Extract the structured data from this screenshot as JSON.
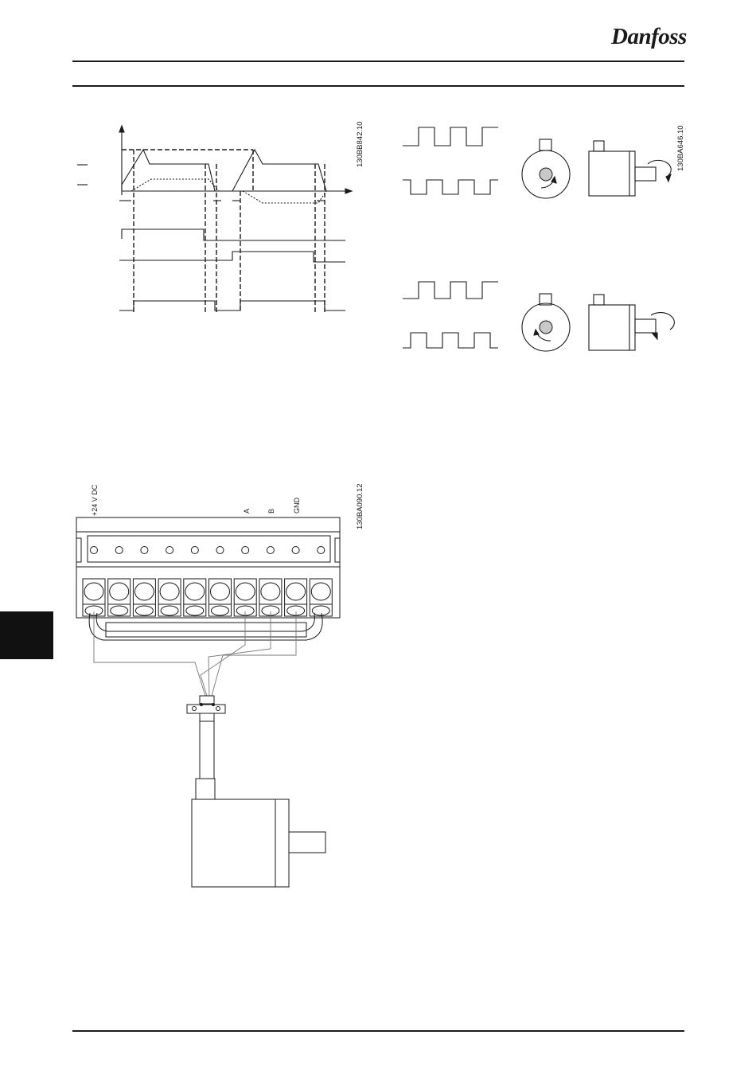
{
  "header": {
    "brand": "Danfoss"
  },
  "figures": {
    "timing": {
      "code": "130BB842.10"
    },
    "encoder_direction": {
      "code": "130BA646.10"
    },
    "wiring": {
      "code": "130BA090.12",
      "terminals": {
        "supply": "+24 V DC",
        "a": "A",
        "b": "B",
        "gnd": "GND"
      }
    }
  }
}
